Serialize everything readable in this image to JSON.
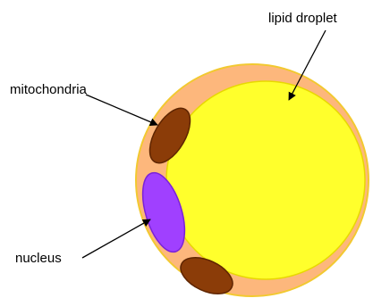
{
  "labels": {
    "lipid_droplet": "lipid droplet",
    "mitochondria": "mitochondria",
    "nucleus": "nucleus"
  },
  "colors": {
    "cytoplasm": "#fdb77c",
    "cell_outline": "#f2c930",
    "lipid_droplet_fill": "#ffff2c",
    "lipid_droplet_outline": "#e8d800",
    "mitochondria_fill": "#8b3c08",
    "mitochondria_outline": "#5f2500",
    "nucleus_fill": "#a040ff",
    "nucleus_outline": "#7a22d8",
    "arrow": "#000000"
  }
}
